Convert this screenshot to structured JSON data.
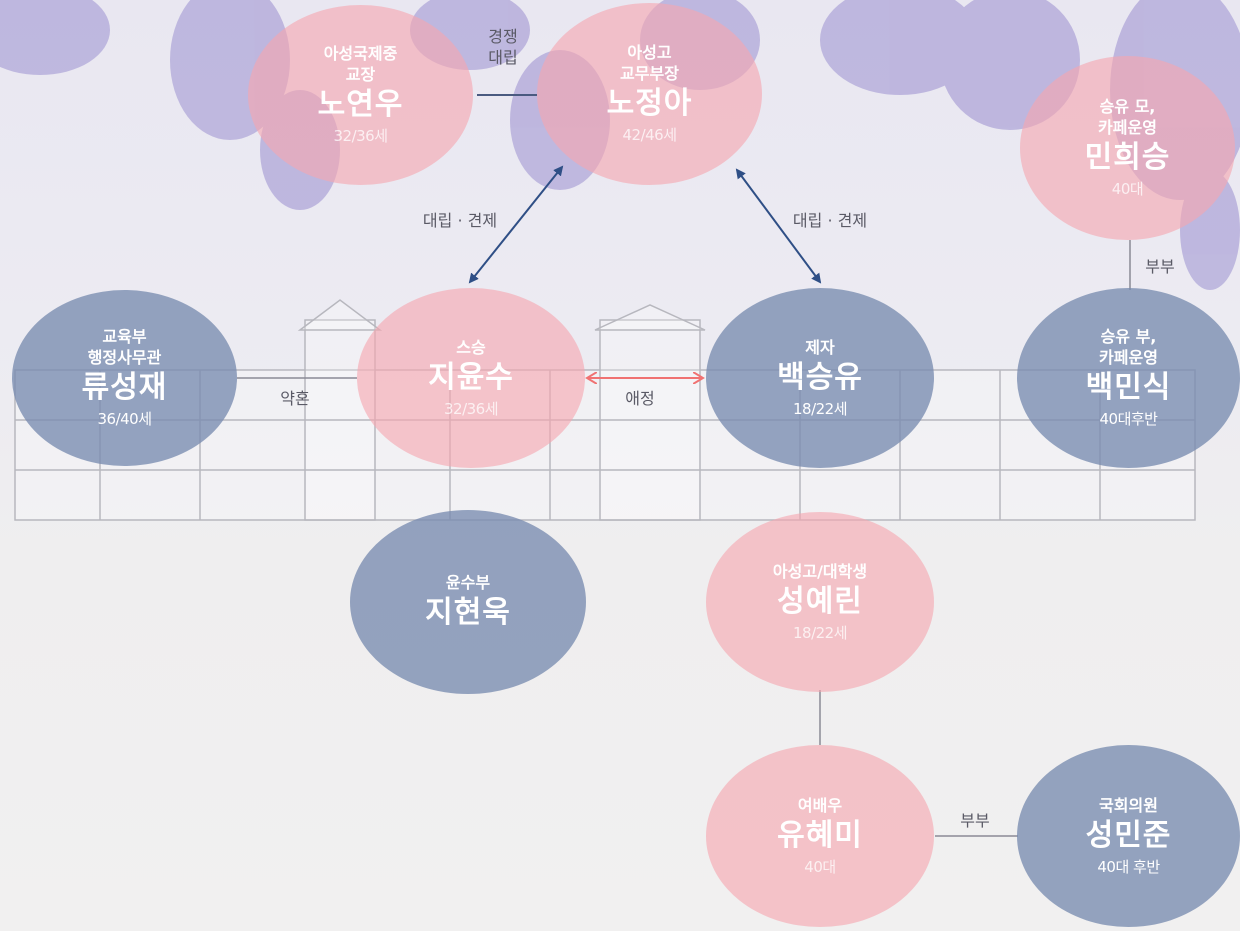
{
  "nodes": {
    "noyeonwoo": {
      "role": "아성국제중\n교장",
      "name": "노연우",
      "age": "32/36세"
    },
    "nojeonga": {
      "role": "아성고\n교무부장",
      "name": "노정아",
      "age": "42/46세"
    },
    "minhuiseung": {
      "role": "승유 모,\n카페운영",
      "name": "민희승",
      "age": "40대"
    },
    "ryuseongjae": {
      "role": "교육부\n행정사무관",
      "name": "류성재",
      "age": "36/40세"
    },
    "jiyunsu": {
      "role": "스승",
      "name": "지윤수",
      "age": "32/36세"
    },
    "baekseungyu": {
      "role": "제자",
      "name": "백승유",
      "age": "18/22세"
    },
    "baekminsik": {
      "role": "승유 부,\n카페운영",
      "name": "백민식",
      "age": "40대후반"
    },
    "jihyeonuk": {
      "role": "윤수부",
      "name": "지현욱",
      "age": ""
    },
    "seongyerin": {
      "role": "아성고/대학생",
      "name": "성예린",
      "age": "18/22세"
    },
    "yuhyemi": {
      "role": "여배우",
      "name": "유혜미",
      "age": "40대"
    },
    "seongminjun": {
      "role": "국회의원",
      "name": "성민준",
      "age": "40대 후반"
    }
  },
  "relations": {
    "rivalry": "경쟁\n대립",
    "oppose_left": "대립 · 견제",
    "oppose_right": "대립 · 견제",
    "engaged": "약혼",
    "affection": "애정",
    "couple_top": "부부",
    "couple_bottom": "부부"
  },
  "colors": {
    "pink_node": "#f6a6b0",
    "blue_node": "#788caf",
    "arrow_blue": "#2f4f86",
    "arrow_red": "#f07272",
    "line": "#4a5a80"
  }
}
